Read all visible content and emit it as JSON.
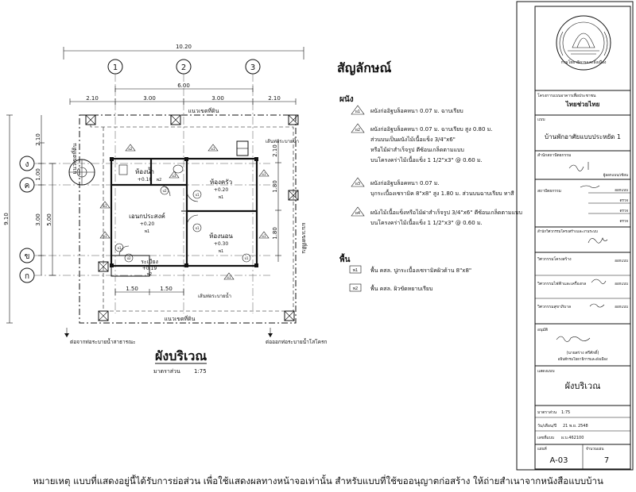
{
  "plan": {
    "title": "ผังบริเวณ",
    "scale_label": "มาตราส่วน",
    "scale_value": "1:75",
    "overall_width": "10.20",
    "inner_width": "6.00",
    "top_dims": [
      "2.10",
      "3.00",
      "3.00",
      "2.10"
    ],
    "overall_depth": "9.10",
    "left_dims": [
      "2.10",
      "1.00",
      "3.00",
      "5.00"
    ],
    "right_dims": [
      "2.10",
      "1.80",
      "1.80"
    ],
    "bottom_dims": [
      "1.50",
      "1.50"
    ],
    "grid_cols": [
      "1",
      "2",
      "3"
    ],
    "grid_rows": [
      "ง",
      "ค",
      "ข",
      "ก"
    ],
    "boundary_top": "แนวเขตที่ดิน",
    "boundary_bottom": "แนวเขตที่ดิน",
    "boundary_left": "แนวเขตที่ดิน",
    "boundary_right": "แนวเขตที่ดิน",
    "drain_top": "เส้นท่อระบายน้ำ",
    "drain_bottom": "เส้นท่อระบายน้ำ",
    "connect_public": "ต่อจากท่อระบายน้ำสาธารณะ",
    "connect_septic": "ต่อออกท่อระบายน้ำโสโครก",
    "rooms": {
      "bathroom": {
        "name": "ห้องน้ำ",
        "level": "+0.10",
        "floor": "พ2"
      },
      "bedroom1": {
        "name": "ห้องครัว",
        "level": "+0.20",
        "floor": "พ1"
      },
      "living": {
        "name": "เอนกประสงค์",
        "level": "+0.20",
        "floor": "พ1"
      },
      "bedroom2": {
        "name": "ห้องนอน",
        "level": "+0.30",
        "floor": "พ1"
      },
      "terrace": {
        "name": "ระเบียง",
        "level": "+0.19",
        "floor": "พ2"
      }
    },
    "wall_tags": [
      "ผ2",
      "ผ3",
      "ผ1",
      "ผ1",
      "ผ1",
      "ผ1",
      "ผ1",
      "ผ1"
    ],
    "door_tags": [
      "ป2",
      "ป1",
      "ป1",
      "ป2",
      "ป1",
      "ป1"
    ]
  },
  "legend": {
    "title": "สัญลักษณ์",
    "walls_heading": "ผนัง",
    "walls": [
      {
        "tag": "ผ1",
        "lines": [
          "ผนังก่ออิฐบล็อคหนา 0.07 ม. ฉาบเรียบ"
        ]
      },
      {
        "tag": "ผ2",
        "lines": [
          "ผนังก่ออิฐบล็อคหนา 0.07 ม. ฉาบเรียบ สูง 0.80 ม.",
          "ส่วนบนเป็นผนังไม้เนื้อแข็ง 3/4\"x6\"",
          "หรือไม้ฝาสำเร็จรูป ตีซ้อนเกล็ดตามแบบ",
          "บนโครงคร่าไม้เนื้อแข็ง 1 1/2\"x3\" @ 0.60 ม."
        ]
      },
      {
        "tag": "ผ3",
        "lines": [
          "ผนังก่ออิฐบล็อคหนา 0.07 ม.",
          "บุกระเบื้องเซรามิค 8\"x8\" สูง 1.80 ม. ส่วนบนฉาบเรียบ ทาสี"
        ]
      },
      {
        "tag": "ผ4",
        "lines": [
          "ผนังไม้เนื้อแข็งหรือไม้ฝาสำเร็จรูป 3/4\"x6\" ตีซ้อนเกล็ดตามแบบ",
          "บนโครงคร่าไม้เนื้อแข็ง 1 1/2\"x3\" @ 0.60 ม."
        ]
      }
    ],
    "floors_heading": "พื้น",
    "floors": [
      {
        "tag": "พ1",
        "text": "พื้น คสล. ปูกระเบื้องเซรามิคผิวด้าน 8\"x8\""
      },
      {
        "tag": "พ2",
        "text": "พื้น คสล. ผิวขัดหยาบเรียบ"
      }
    ]
  },
  "titleblock": {
    "seal_text": "กรมโยธาธิการและผังเมือง",
    "project_label": "โครงการแบบอาคารเพื่อประชาชน",
    "project_name": "ไทยช่วยไทย",
    "drawing_label": "แบบ",
    "drawing_name": "บ้านพักอาศัยแบบประหยัด 1",
    "designer_label": "สำนักสถาปัตยกรรม",
    "designer_role": "ผู้ออกแบบ/เขียน",
    "engineer_label": "สถาปัตยกรรม",
    "engineer_roles": [
      "ออกแบบ",
      "ตรวจ",
      "ตรวจ",
      "ตรวจ"
    ],
    "struct_label": "สำนักวิศวกรรมโครงสร้างและงานระบบ",
    "eng_rows": [
      {
        "label": "วิศวกรรมโครงสร้าง",
        "role": "ออกแบบ"
      },
      {
        "label": "วิศวกรรมไฟฟ้าและเครื่องกล",
        "role": "ออกแบบ"
      },
      {
        "label": "วิศวกรรมสุขาภิบาล",
        "role": "ออกแบบ"
      }
    ],
    "approve_label": "อนุมัติ",
    "approver_name": "(นายสร่าง ศรีศักดิ์)",
    "approver_title": "อธิบดีกรมโยธาธิการและผังเมือง",
    "sheet_label": "แสดงแบบ",
    "sheet_name": "ผังบริเวณ",
    "scale_label": "มาตราส่วน",
    "scale_value": "1:75",
    "date_label": "วัน/เดือน/ปี",
    "date_value": "21 พ.ย. 2548",
    "number_label": "เลขที่แบบ",
    "number_value": "ผ.บ.462100",
    "sheet_no_label": "แผ่นที่",
    "sheet_count_label": "จำนวนแผ่น",
    "sheet_no": "A-03",
    "sheet_count": "7"
  },
  "footer": {
    "note": "หมายเหตุ  แบบที่แสดงอยู่นี้ได้รับการย่อส่วน  เพื่อใช้แสดงผลทางหน้าจอเท่านั้น  สำหรับแบบที่ใช้ขออนุญาตก่อสร้าง  ให้ถ่ายสำเนาจากหนังสือแบบบ้าน"
  }
}
